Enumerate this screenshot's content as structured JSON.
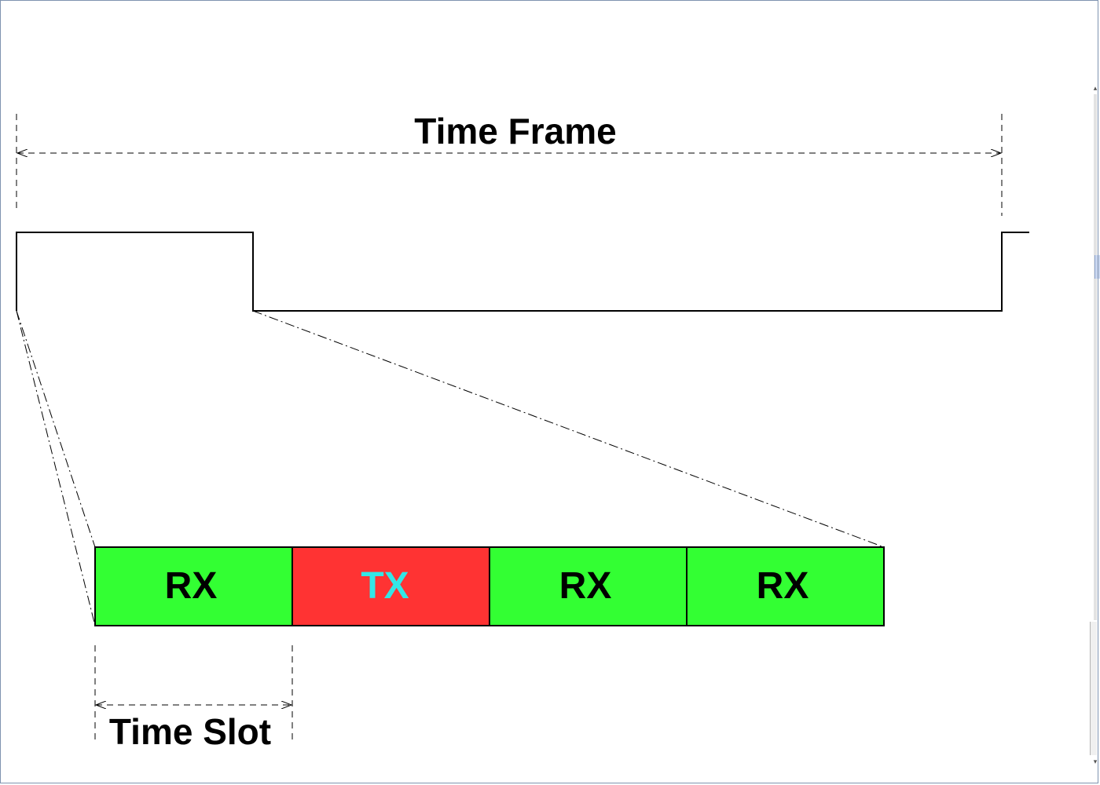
{
  "diagram": {
    "frame_label": "Time Frame",
    "slot_label": "Time Slot",
    "slots": [
      {
        "label": "RX",
        "fill": "#33ff33",
        "text_color": "#000000"
      },
      {
        "label": "TX",
        "fill": "#ff3333",
        "text_color": "#33e6e6"
      },
      {
        "label": "RX",
        "fill": "#33ff33",
        "text_color": "#000000"
      },
      {
        "label": "RX",
        "fill": "#33ff33",
        "text_color": "#000000"
      }
    ]
  },
  "scrollbar": {
    "up_icon": "chevron-up-icon",
    "down_icon": "chevron-down-icon"
  }
}
